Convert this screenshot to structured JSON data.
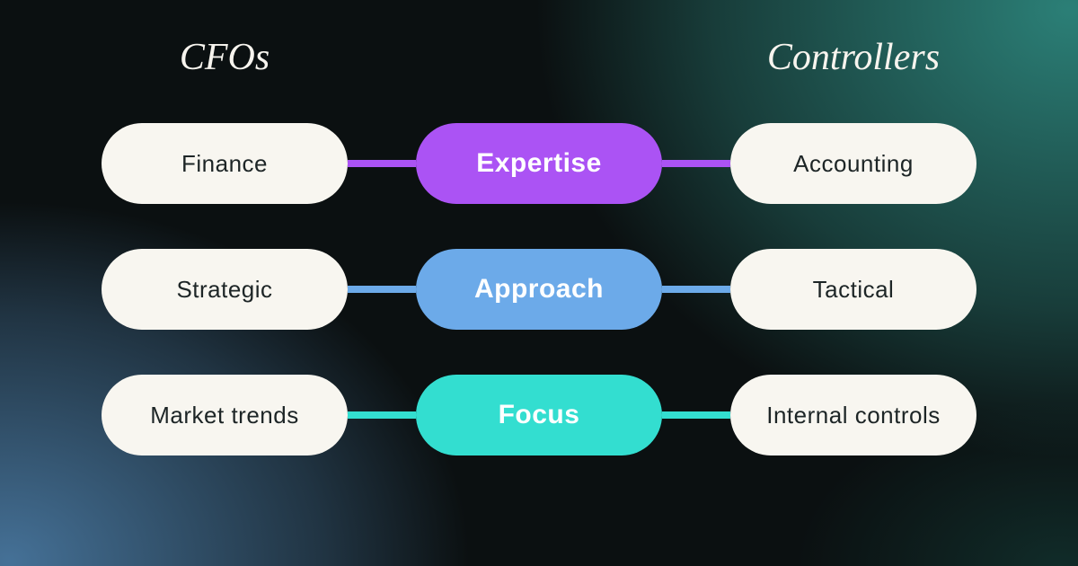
{
  "headers": {
    "left": "CFOs",
    "right": "Controllers"
  },
  "rows": [
    {
      "left": "Finance",
      "center": "Expertise",
      "right": "Accounting",
      "accent": "#ab53f4"
    },
    {
      "left": "Strategic",
      "center": "Approach",
      "right": "Tactical",
      "accent": "#6caae9"
    },
    {
      "left": "Market trends",
      "center": "Focus",
      "right": "Internal controls",
      "accent": "#33ded0"
    }
  ],
  "colors": {
    "background_base": "#0b1011",
    "teal_glow": "#2d857c",
    "blue_glow": "#48769e",
    "light_pill": "#f8f6f0",
    "light_pill_text": "#1d2526",
    "header_text": "#f7f4ee",
    "center_pill_text": "#ffffff"
  }
}
